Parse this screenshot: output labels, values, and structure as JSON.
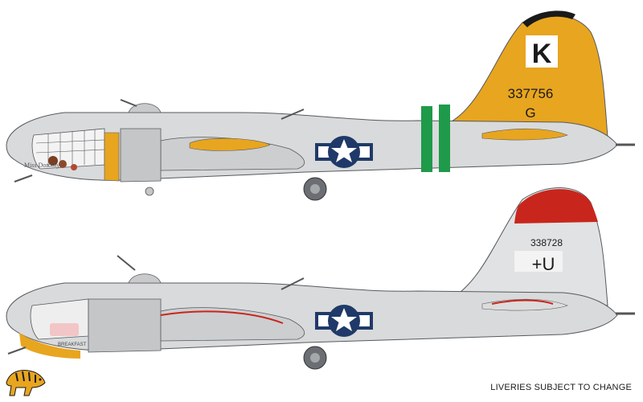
{
  "aircraft": [
    {
      "id": "top",
      "fin_letter": "K",
      "serial": "337756",
      "fin_sub": "G",
      "nose_art": "Miss Dorothy",
      "tail_color": "#e8a51f",
      "band_color": "#1f9a4a"
    },
    {
      "id": "bottom",
      "serial": "338728",
      "fin_code": "+U",
      "nose_art": "BREAKFAST",
      "tail_color": "#c8261c"
    }
  ],
  "colors": {
    "fuselage": "#d9dadb",
    "fuselage_shadow": "#b9babc",
    "panel_line": "#8c8e91",
    "outline": "#555a60",
    "roundel_blue": "#1f3a68",
    "star": "#ffffff",
    "nose_yellow": "#e8a51f"
  },
  "footer": {
    "disclaimer": "LIVERIES SUBJECT TO CHANGE"
  },
  "logo": {
    "icon": "tiger-logo-icon"
  }
}
